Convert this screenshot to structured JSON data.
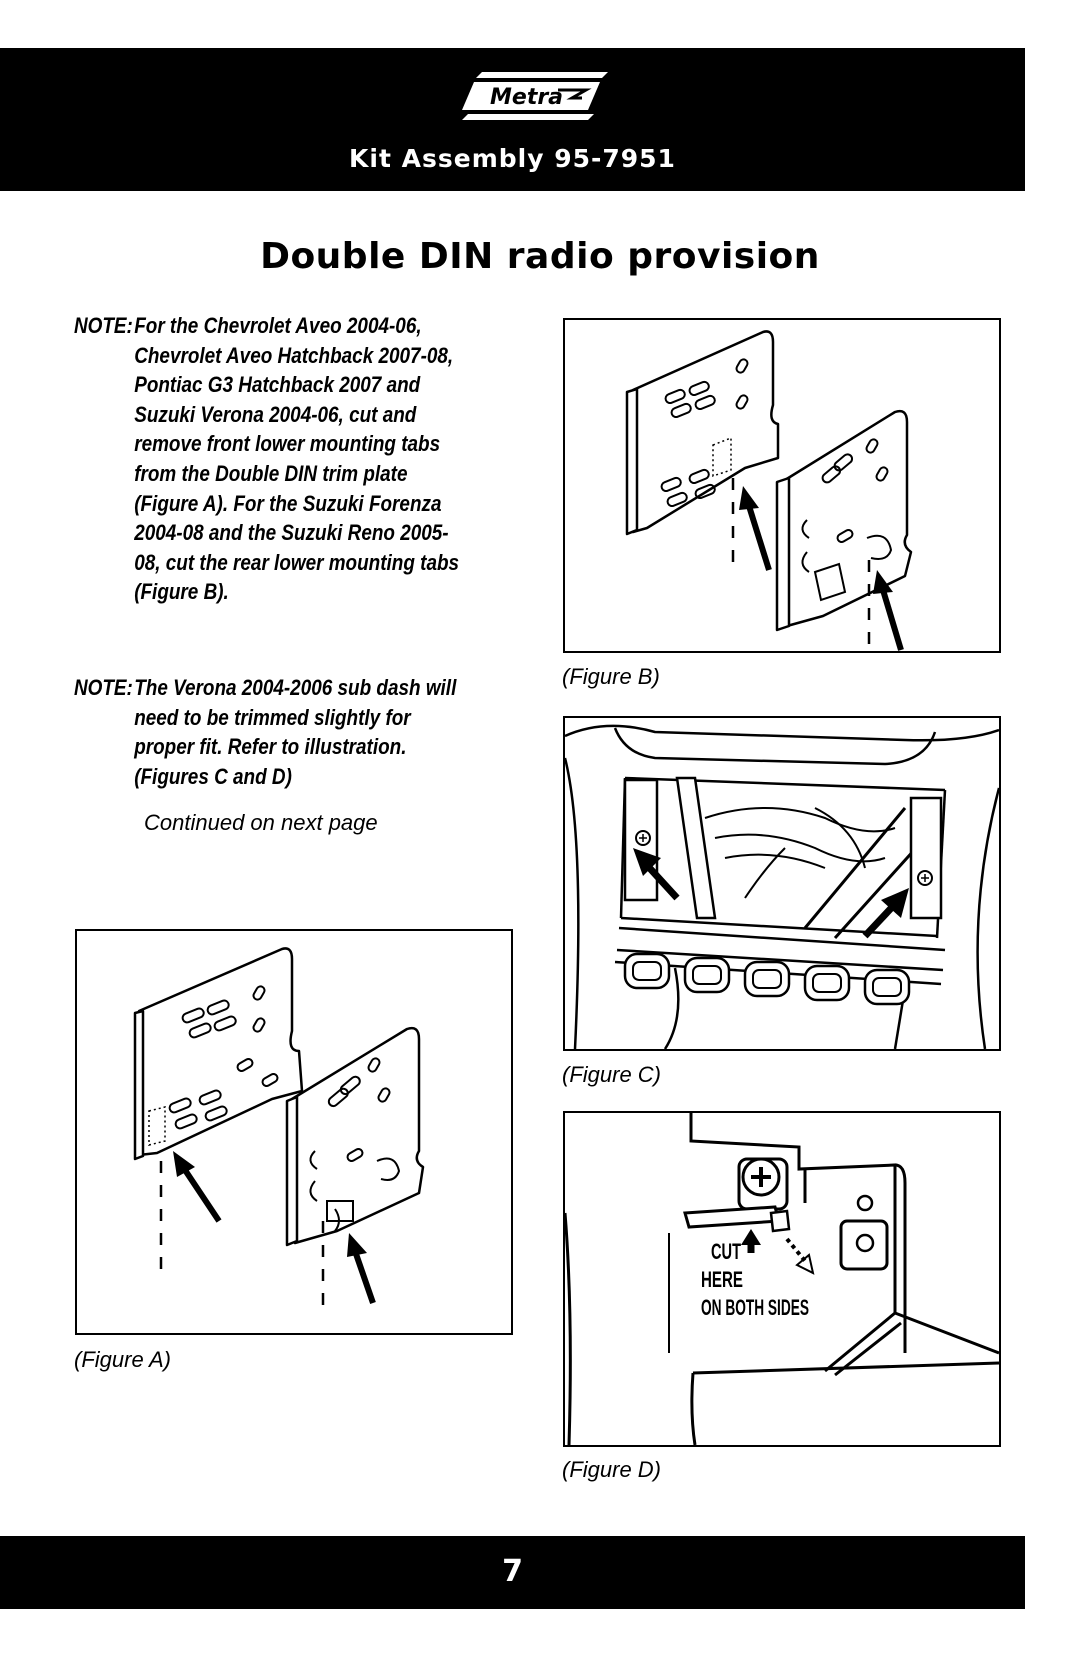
{
  "header": {
    "logo_text": "Metra",
    "kit_title": "Kit Assembly 95-7951"
  },
  "page_title": "Double DIN radio provision",
  "notes": [
    {
      "label": "NOTE:",
      "text": "For the Chevrolet Aveo 2004-06, Chevrolet Aveo Hatchback 2007-08, Pontiac G3 Hatchback 2007 and Suzuki Verona 2004-06, cut and remove front lower mounting tabs from the Double DIN trim plate (Figure A). For the Suzuki Forenza 2004-08 and the Suzuki Reno 2005-08, cut the rear lower mounting tabs (Figure B)."
    },
    {
      "label": "NOTE:",
      "text": "The Verona 2004-2006 sub dash will need to be trimmed slightly for proper fit. Refer to illustration. (Figures C and D)"
    }
  ],
  "continued": "Continued on next page",
  "figures": {
    "a": {
      "caption": "(Figure A)"
    },
    "b": {
      "caption": "(Figure B)"
    },
    "c": {
      "caption": "(Figure C)"
    },
    "d": {
      "caption": "(Figure D)",
      "callout": [
        "CUT",
        "HERE",
        "ON BOTH SIDES"
      ]
    }
  },
  "page_number": "7"
}
